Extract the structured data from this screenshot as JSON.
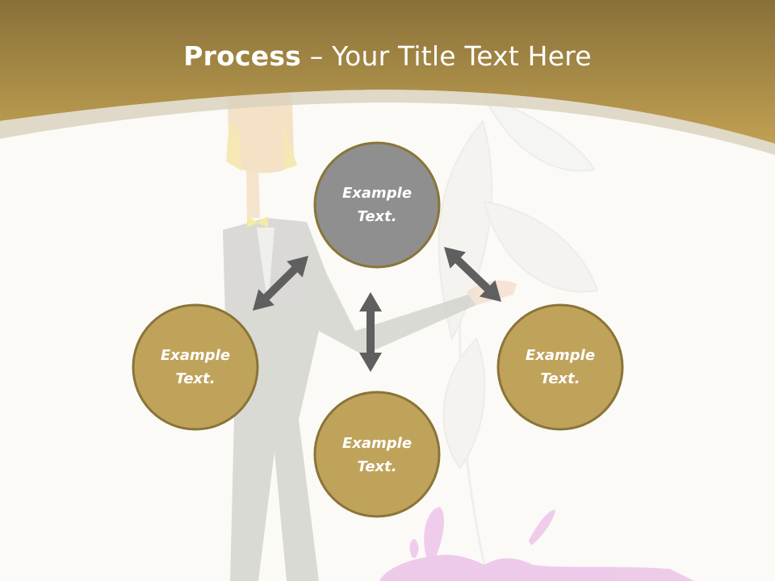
{
  "title": {
    "bold": "Process",
    "regular": " – Your Title Text Here"
  },
  "nodes": {
    "top": {
      "line1": "Example",
      "line2": "Text.",
      "color": "#8f8f8f"
    },
    "left": {
      "line1": "Example",
      "line2": "Text.",
      "color": "#c0a35b"
    },
    "bottom": {
      "line1": "Example",
      "line2": "Text.",
      "color": "#c0a35b"
    },
    "right": {
      "line1": "Example",
      "line2": "Text.",
      "color": "#c0a35b"
    }
  },
  "colors": {
    "header_gold": "#b8994b",
    "header_dark": "#8a7438",
    "node_border": "#8a7438",
    "arrow": "#5f5f5f"
  }
}
